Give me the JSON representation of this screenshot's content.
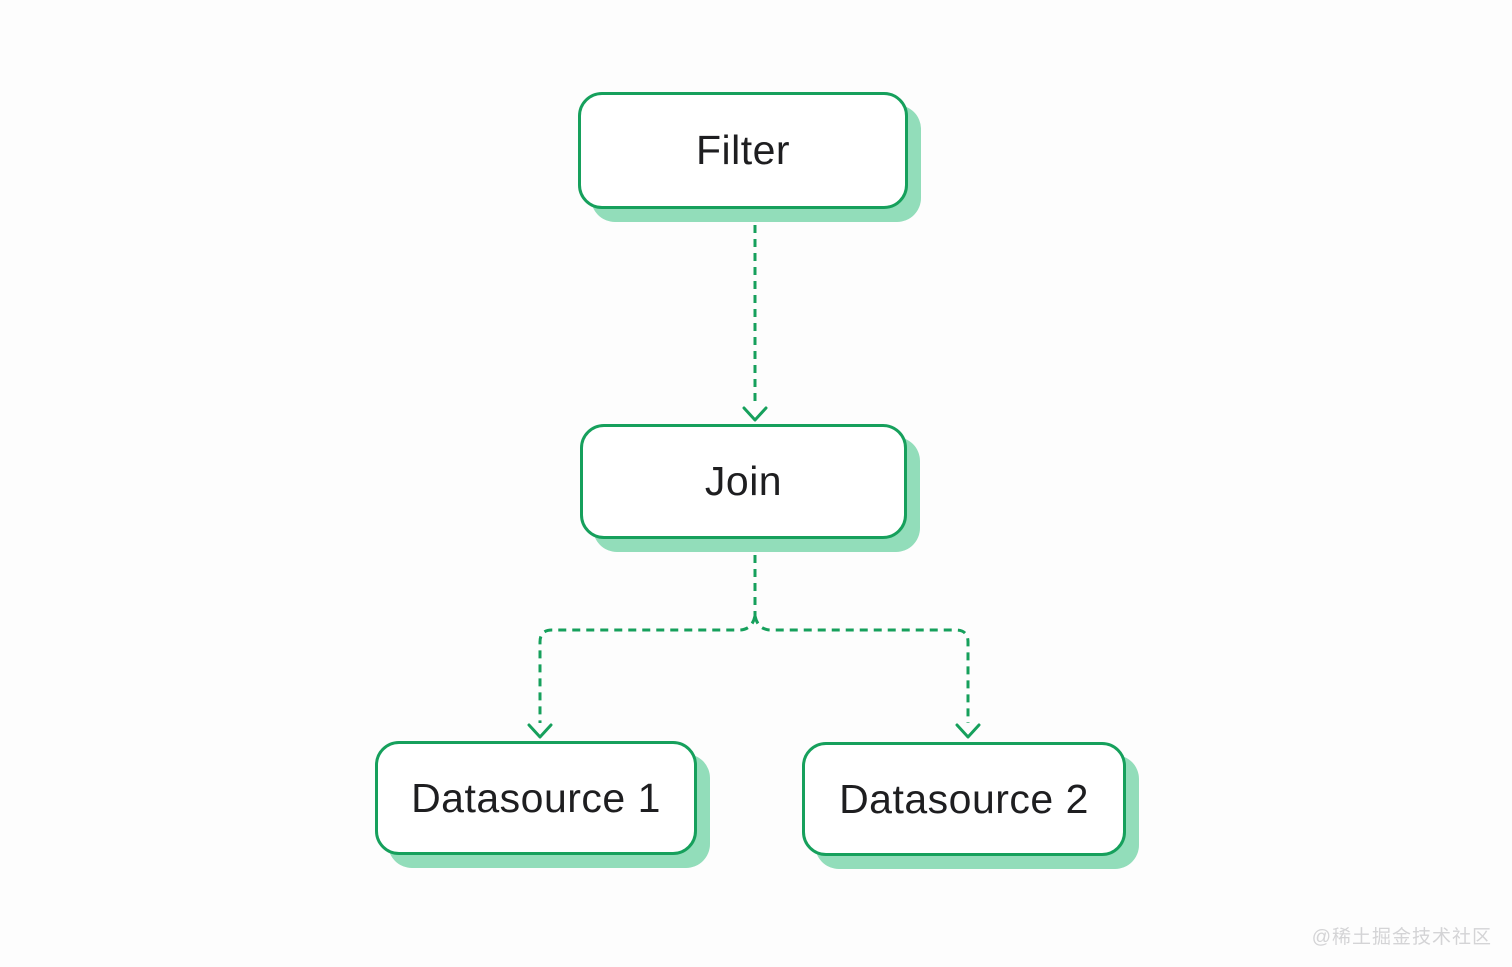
{
  "diagram": {
    "nodes": [
      {
        "id": "filter",
        "label": "Filter"
      },
      {
        "id": "join",
        "label": "Join"
      },
      {
        "id": "datasource1",
        "label": "Datasource 1"
      },
      {
        "id": "datasource2",
        "label": "Datasource 2"
      }
    ],
    "edges": [
      {
        "from": "filter",
        "to": "join",
        "style": "dashed",
        "arrow": "down"
      },
      {
        "from": "join",
        "to": "datasource1",
        "style": "dashed",
        "arrow": "down"
      },
      {
        "from": "join",
        "to": "datasource2",
        "style": "dashed",
        "arrow": "down"
      }
    ]
  },
  "colors": {
    "accent": "#16A05C",
    "shadow": "#92DDBA",
    "text": "#1E1E20",
    "watermark": "#D4D4D6",
    "background": "#FDFDFD",
    "node_fill": "#FFFFFF"
  },
  "watermark": {
    "text": "@稀土掘金技术社区"
  }
}
